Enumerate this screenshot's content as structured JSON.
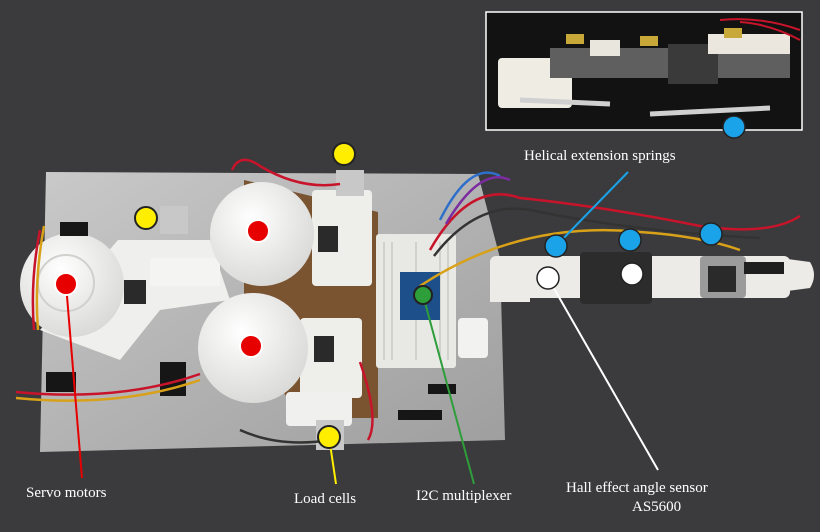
{
  "labels": {
    "springs": "Helical extension springs",
    "servo": "Servo motors",
    "load": "Load cells",
    "i2c": "I2C multiplexer",
    "hall_line1": "Hall effect angle sensor",
    "hall_line2": "AS5600"
  },
  "colors": {
    "servo_marker": "#e60000",
    "load_marker": "#ffee00",
    "i2c_marker": "#2e9e3a",
    "spring_marker": "#1aa3e8",
    "sensor_marker": "#ffffff",
    "label_text": "#ffffff",
    "background": "#3b3b3d"
  }
}
